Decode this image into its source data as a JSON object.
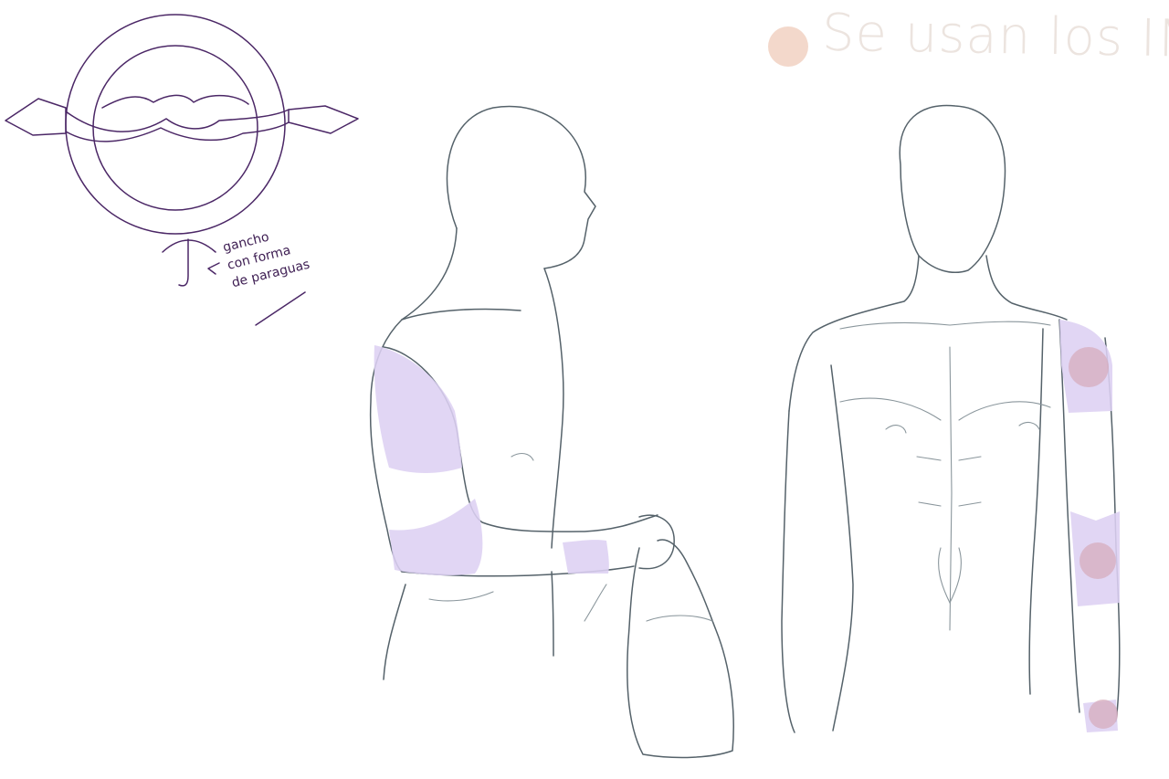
{
  "note": {
    "title": "Se usan los IMUs,",
    "dot_color": "#f3d8cb"
  },
  "hook_label": {
    "line1": "gancho",
    "line2": "con forma",
    "line3": "de paraguas"
  },
  "colors": {
    "sensor_band": "#ddd0f3",
    "sensor_marker": "#d6a9b9",
    "pencil": "#55626a",
    "ink": "#4b2766"
  }
}
